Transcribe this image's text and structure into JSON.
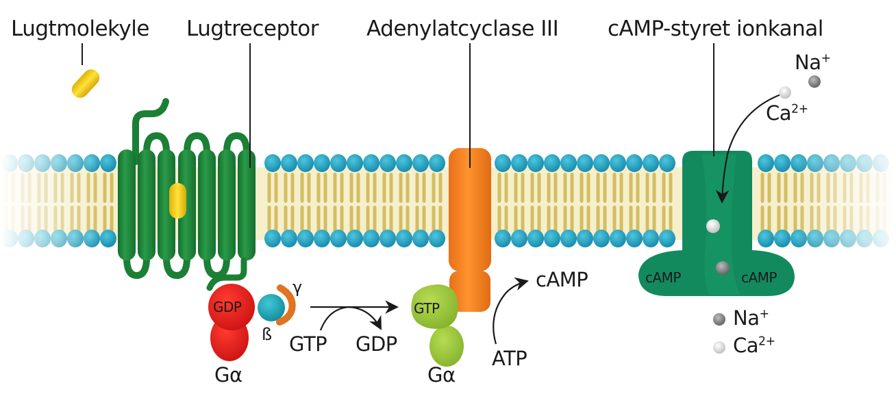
{
  "labels": {
    "odorant": "Lugtmolekyle",
    "receptor": "Lugtreceptor",
    "adenylate_cyclase": "Adenylatcyclase III",
    "ion_channel": "cAMP-styret ionkanal",
    "gdp_on_galpha": "GDP",
    "gtp_on_galpha": "GTP",
    "beta": "ß",
    "gamma": "γ",
    "galpha_left": "Gα",
    "galpha_right": "Gα",
    "gtp_in": "GTP",
    "gdp_out": "GDP",
    "atp": "ATP",
    "camp_product": "cAMP",
    "camp_site_left": "cAMP",
    "camp_site_right": "cAMP",
    "na_top": "Na",
    "na_top_charge": "+",
    "ca_top": "Ca",
    "ca_top_charge": "2+",
    "na_legend": "Na",
    "na_legend_charge": "+",
    "ca_legend": "Ca",
    "ca_legend_charge": "2+"
  },
  "colors": {
    "membrane_head": "#1fa3c4",
    "membrane_tail": "#d9c46a",
    "membrane_core": "#f5efcc",
    "receptor": "#1e8a3c",
    "odorant": "#f2cc14",
    "galpha_inactive": "#e8241c",
    "beta": "#1ea8b8",
    "gamma": "#e8761e",
    "galpha_active": "#9cc83a",
    "adenylate_cyclase": "#f5841f",
    "ion_channel": "#138a5e",
    "na_ion": "#8a8a8a",
    "ca_ion": "#f0f0f0",
    "text": "#1a1a1a"
  }
}
